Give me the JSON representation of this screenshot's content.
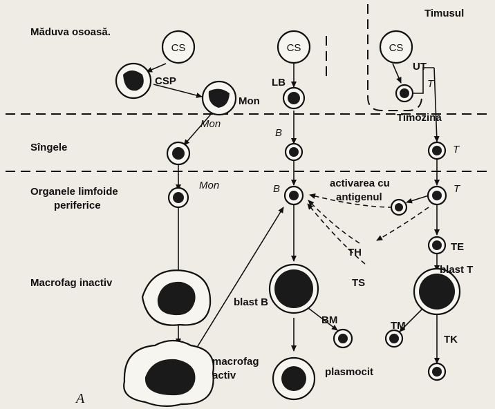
{
  "compartments": {
    "bone_marrow": "Măduva osoasă.",
    "thymus": "Timusul",
    "blood": "Sîngele",
    "peripheral_lymphoid_organs_line1": "Organele limfoide",
    "peripheral_lymphoid_organs_line2": "periferice"
  },
  "cells": {
    "cs_marrow": "CS",
    "csp": "CSP",
    "mon_marrow": "Mon",
    "mon_blood": "Mon",
    "mon_peripheral": "Mon",
    "cs_b_line": "CS",
    "lb": "LB",
    "b_blood": "B",
    "b_peripheral": "B",
    "cs_thymus": "CS",
    "ut": "UT",
    "t_thymus": "T",
    "timozina": "Timozină",
    "t_blood": "T",
    "t_peripheral": "T",
    "th": "TH",
    "ts": "TS",
    "te": "TE",
    "blast_t": "blast T",
    "tm": "TM",
    "tk": "TK",
    "blast_b": "blast B",
    "bm": "BM",
    "plasmocit": "plasmocit",
    "macrofag_inactiv": "Macrofag inactiv",
    "macrofag_activ_line1": "macrofag",
    "macrofag_activ_line2": "activ"
  },
  "annotations": {
    "activation_line1": "activarea cu",
    "activation_line2": "antigenul",
    "figure_letter": "A"
  }
}
